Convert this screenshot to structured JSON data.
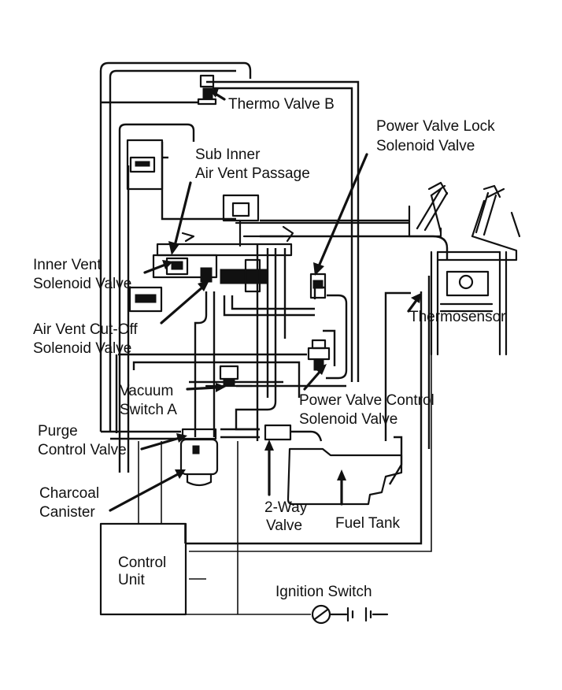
{
  "labels": {
    "thermo_valve_b": "Thermo Valve B",
    "power_valve_lock_1": "Power Valve Lock",
    "power_valve_lock_2": "Solenoid Valve",
    "sub_inner_1": "Sub Inner",
    "sub_inner_2": "Air Vent Passage",
    "inner_vent_1": "Inner Vent",
    "inner_vent_2": "Solenoid Valve",
    "air_vent_cutoff_1": "Air Vent Cut-Off",
    "air_vent_cutoff_2": "Solenoid Valve",
    "thermosensor": "Thermosensor",
    "vacuum_switch_1": "Vacuum",
    "vacuum_switch_2": "Switch A",
    "power_valve_control_1": "Power Valve Control",
    "power_valve_control_2": "Solenoid Valve",
    "purge_control_1": "Purge",
    "purge_control_2": "Control Valve",
    "charcoal_canister_1": "Charcoal",
    "charcoal_canister_2": "Canister",
    "two_way_valve_1": "2-Way",
    "two_way_valve_2": "Valve",
    "fuel_tank": "Fuel Tank",
    "control_unit_1": "Control",
    "control_unit_2": "Unit",
    "ignition_switch": "Ignition Switch"
  }
}
